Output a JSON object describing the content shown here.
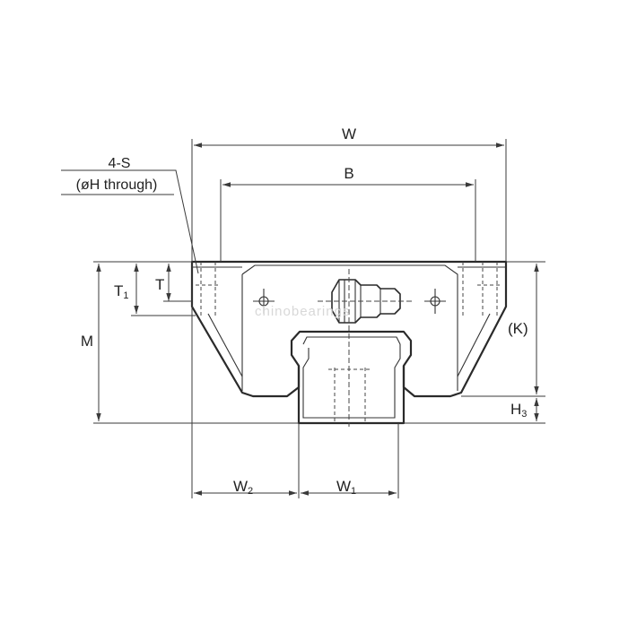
{
  "diagram": {
    "labels": {
      "W": "W",
      "B": "B",
      "M": "M",
      "T1_main": "T",
      "T1_sub": "1",
      "T": "T",
      "K": "(K)",
      "H3_main": "H",
      "H3_sub": "3",
      "W2_main": "W",
      "W2_sub": "2",
      "W1_main": "W",
      "W1_sub": "1",
      "hole_count": "4-S",
      "hole_note": "(øH through)"
    },
    "watermark": "chinobearings",
    "colors": {
      "line": "#2a2a2a",
      "text": "#222222",
      "background": "#ffffff"
    }
  }
}
